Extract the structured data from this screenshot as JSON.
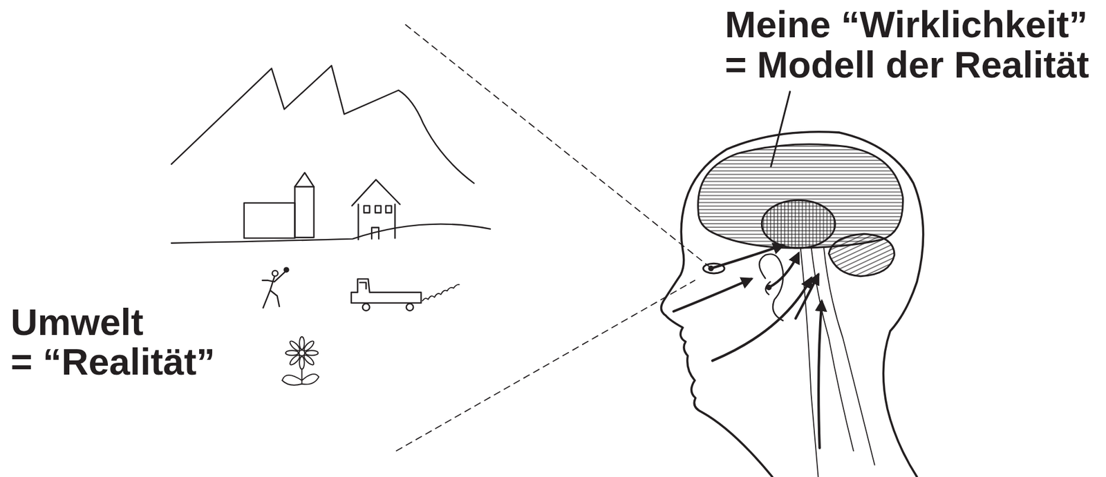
{
  "diagram": {
    "labels": [
      "Meine “Wirklichkeit”",
      "= Modell der Realität",
      "Umwelt",
      "= “Realität”"
    ]
  }
}
